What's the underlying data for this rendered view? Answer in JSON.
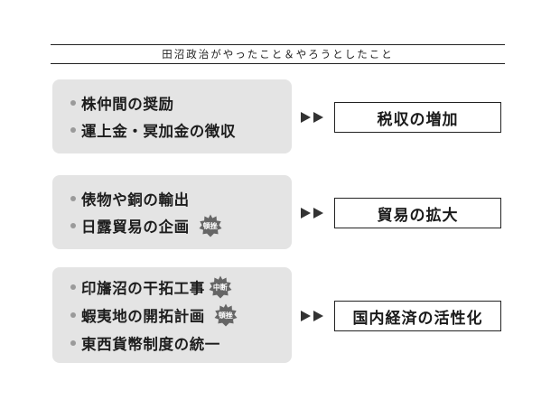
{
  "header": {
    "title": "田沼政治がやったこと＆やろうとしたこと"
  },
  "rows": [
    {
      "items": [
        {
          "text": "株仲間の奨励",
          "badge": ""
        },
        {
          "text": "運上金・冥加金の徴収",
          "badge": ""
        }
      ],
      "result": "税収の増加"
    },
    {
      "items": [
        {
          "text": "俵物や銅の輸出",
          "badge": ""
        },
        {
          "text": "日露貿易の企画",
          "badge": "頓挫"
        }
      ],
      "result": "貿易の拡大"
    },
    {
      "items": [
        {
          "text": "印旛沼の干拓工事",
          "badge": "中断"
        },
        {
          "text": "蝦夷地の開拓計画",
          "badge": "頓挫"
        },
        {
          "text": "東西貨幣制度の統一",
          "badge": ""
        }
      ],
      "result": "国内経済の活性化"
    }
  ],
  "colors": {
    "box": "#e4e4e4",
    "bullet": "#9a9a9a",
    "badge": "#666666",
    "line": "#222222"
  }
}
